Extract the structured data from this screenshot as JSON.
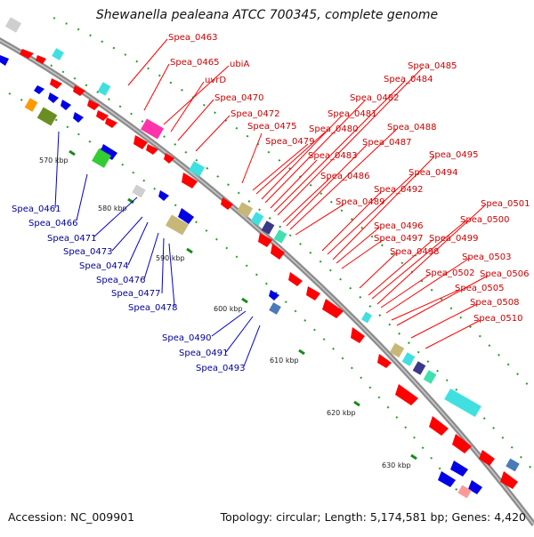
{
  "title": "Shewanella pealeana ATCC 700345, complete genome",
  "accession": "Accession: NC_009901",
  "summary": "Topology: circular; Length: 5,174,581 bp; Genes: 4,420",
  "colors": {
    "backbone": "#8c8c8c",
    "forward_gene": "#ff0000",
    "label_forward": "#cc0000",
    "label_reverse": "#00009a",
    "reverse_gene": "#0000e6",
    "tick_green": "#1a8a1a"
  },
  "kbp_labels": [
    "570 kbp",
    "580 kbp",
    "590 kbp",
    "600 kbp",
    "610 kbp",
    "620 kbp",
    "630 kbp"
  ],
  "forward_labels": [
    "Spea_0463",
    "Spea_0465",
    "ubiA",
    "uvrD",
    "Spea_0470",
    "Spea_0472",
    "Spea_0475",
    "Spea_0479",
    "Spea_0480",
    "Spea_0481",
    "Spea_0482",
    "Spea_0483",
    "Spea_0484",
    "Spea_0485",
    "Spea_0486",
    "Spea_0487",
    "Spea_0488",
    "Spea_0489",
    "Spea_0492",
    "Spea_0494",
    "Spea_0495",
    "Spea_0496",
    "Spea_0497",
    "Spea_0498",
    "Spea_0499",
    "Spea_0500",
    "Spea_0501",
    "Spea_0502",
    "Spea_0503",
    "Spea_0505",
    "Spea_0506",
    "Spea_0508",
    "Spea_0510"
  ],
  "reverse_labels": [
    "Spea_0461",
    "Spea_0466",
    "Spea_0471",
    "Spea_0473",
    "Spea_0474",
    "Spea_0476",
    "Spea_0477",
    "Spea_0478",
    "Spea_0490",
    "Spea_0491",
    "Spea_0493"
  ]
}
